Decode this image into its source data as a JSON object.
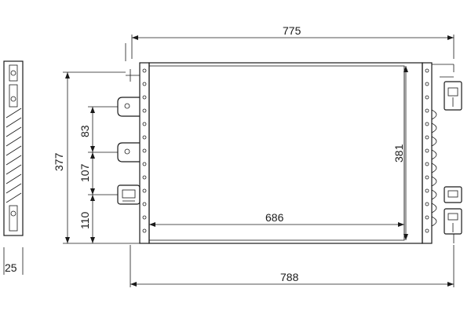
{
  "dimensions": {
    "top_width": "775",
    "bottom_width": "788",
    "core_width": "686",
    "core_height": "381",
    "overall_height": "377",
    "spacing_upper": "83",
    "spacing_middle": "107",
    "spacing_lower": "110",
    "depth": "25"
  }
}
